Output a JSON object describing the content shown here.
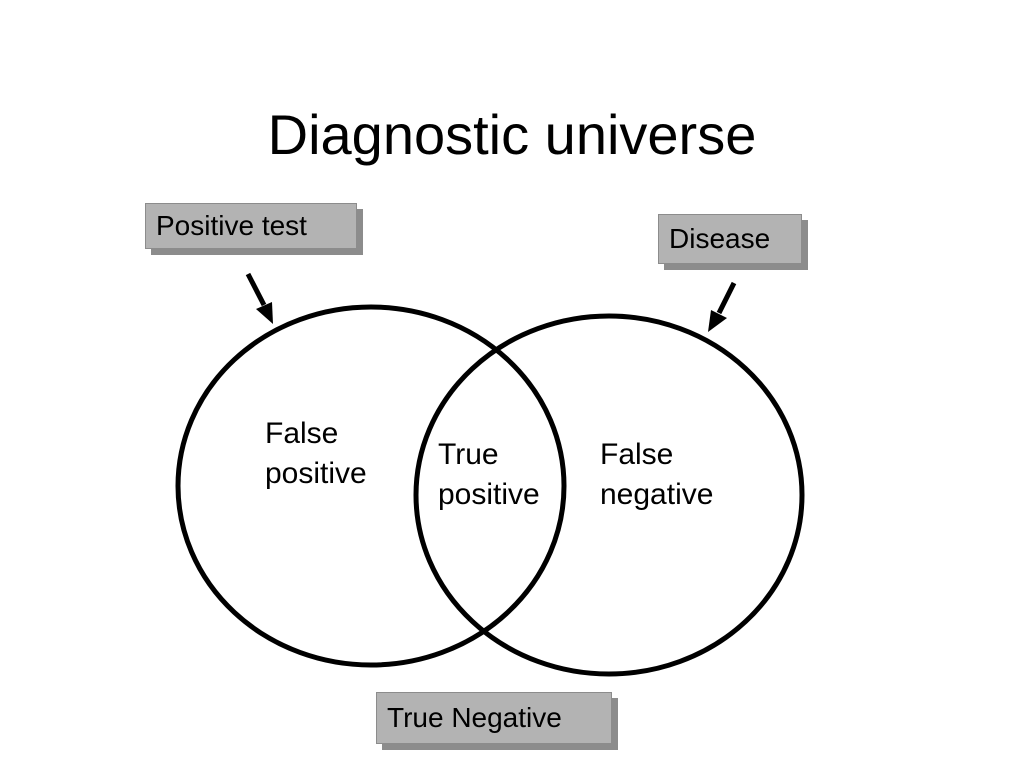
{
  "slide": {
    "title": "Diagnostic universe"
  },
  "labels": {
    "positive_test": "Positive test",
    "disease": "Disease",
    "true_negative": "True Negative"
  },
  "regions": {
    "false_positive": {
      "line1": "False",
      "line2": "positive"
    },
    "true_positive": {
      "line1": "True",
      "line2": "positive"
    },
    "false_negative": {
      "line1": "False",
      "line2": "negative"
    }
  },
  "colors": {
    "label_fill": "#b3b3b3",
    "label_shadow": "#8c8c8c",
    "stroke": "#000000",
    "background": "#ffffff"
  }
}
